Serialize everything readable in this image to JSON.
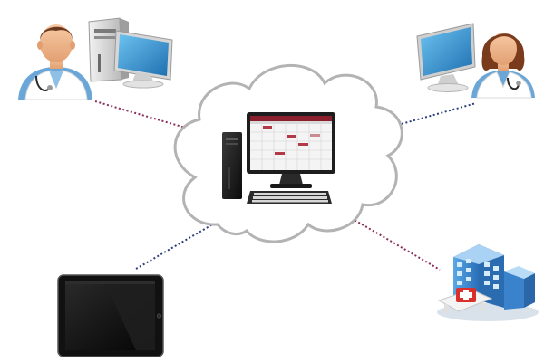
{
  "diagram": {
    "hub": {
      "kind": "cloud",
      "device": "desktop-computer",
      "screen": "calendar-scheduling-app"
    },
    "nodes": [
      {
        "id": "doctor-male",
        "icon": "male-doctor-icon",
        "device": "desktop-computer-icon",
        "link_color": "#8a2d5a"
      },
      {
        "id": "doctor-female",
        "icon": "female-doctor-icon",
        "device": "monitor-icon",
        "link_color": "#2c3f7a"
      },
      {
        "id": "tablet",
        "icon": "tablet-icon",
        "link_color": "#2c3f7a"
      },
      {
        "id": "hospital",
        "icon": "hospital-icon",
        "link_color": "#8a2d5a"
      }
    ],
    "colors": {
      "cloud_stroke": "#b3b3b3",
      "skin": "#f0b48a",
      "coat": "#ffffff",
      "scrubs": "#6aa7d8",
      "screen_blue": "#2f86c6",
      "app_header": "#8c1f2e",
      "hospital_blue": "#3d8fd6",
      "cross_red": "#d9302c"
    }
  }
}
